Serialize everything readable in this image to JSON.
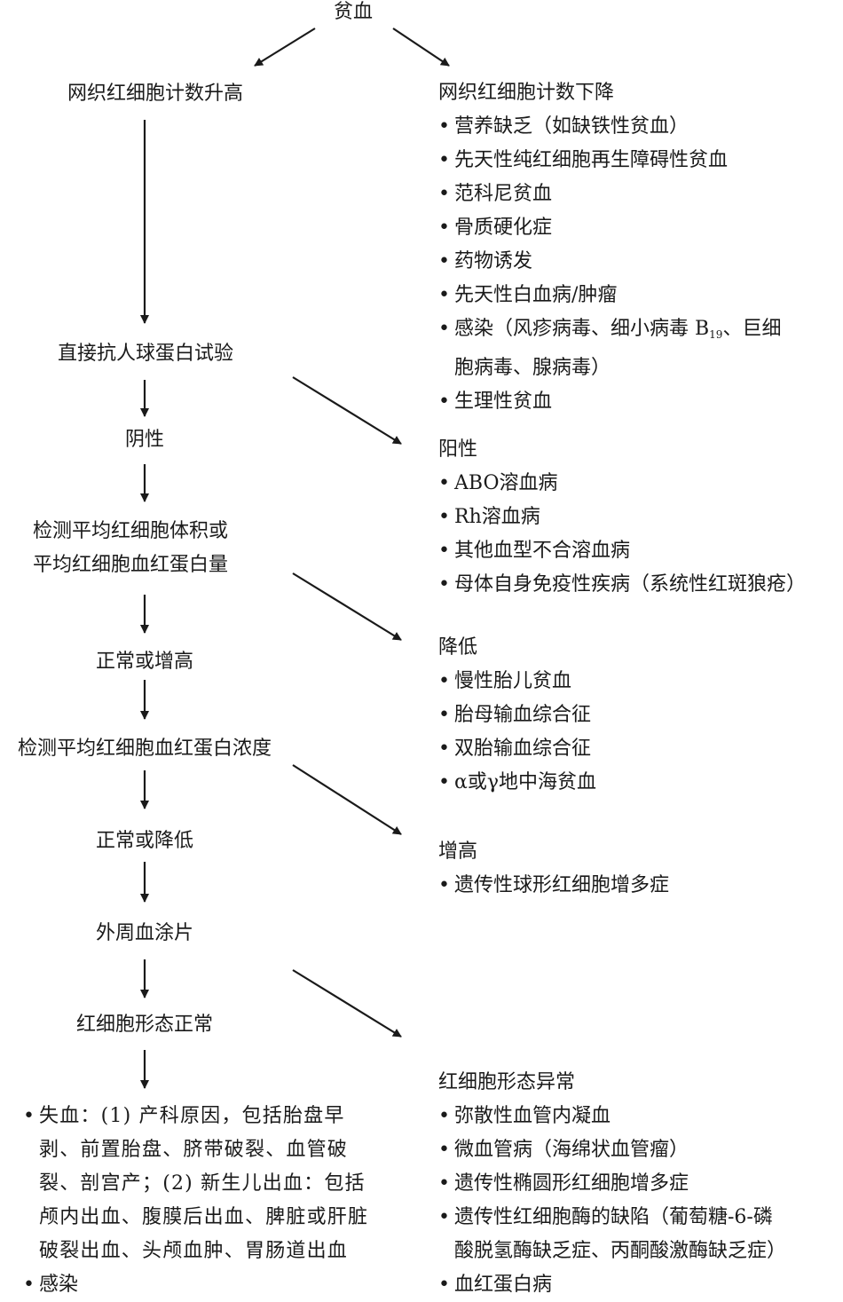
{
  "root": "贫血",
  "left": {
    "reticulocyte_high": "网织红细胞计数升高",
    "coombs": "直接抗人球蛋白试验",
    "negative": "阴性",
    "mcv_line1": "检测平均红细胞体积或",
    "mcv_line2": "平均红细胞血红蛋白量",
    "normal_or_high": "正常或增高",
    "mchc": "检测平均红细胞血红蛋白浓度",
    "normal_or_low": "正常或降低",
    "smear": "外周血涂片",
    "morph_normal": "红细胞形态正常",
    "final_items": [
      "失血：(1) 产科原因，包括胎盘早\n剥、前置胎盘、脐带破裂、血管破\n裂、剖宫产；(2) 新生儿出血：包括\n颅内出血、腹膜后出血、脾脏或肝脏\n破裂出血、头颅血肿、胃肠道出血",
      "感染"
    ]
  },
  "right": {
    "reticulocyte_low": {
      "title": "网织红细胞计数下降",
      "items": [
        "营养缺乏（如缺铁性贫血）",
        "先天性纯红细胞再生障碍性贫血",
        "范科尼贫血",
        "骨质硬化症",
        "药物诱发",
        "先天性白血病/肿瘤"
      ],
      "infection_pre": "感染（风疹病毒、细小病毒 B",
      "infection_sub": "19",
      "infection_post": "、巨细",
      "infection_line2": "胞病毒、腺病毒）",
      "last_item": "生理性贫血"
    },
    "positive": {
      "title": "阳性",
      "items": [
        "ABO溶血病",
        "Rh溶血病",
        "其他血型不合溶血病",
        "母体自身免疫性疾病（系统性红斑狼疮）"
      ]
    },
    "decreased": {
      "title": "降低",
      "items": [
        "慢性胎儿贫血",
        "胎母输血综合征",
        "双胎输血综合征",
        "α或γ地中海贫血"
      ]
    },
    "increased": {
      "title": "增高",
      "items": [
        "遗传性球形红细胞增多症"
      ]
    },
    "morph_abnormal": {
      "title": "红细胞形态异常",
      "items": [
        "弥散性血管内凝血",
        "微血管病（海绵状血管瘤）",
        "遗传性椭圆形红细胞增多症",
        "遗传性红细胞酶的缺陷（葡萄糖-6-磷\n酸脱氢酶缺乏症、丙酮酸激酶缺乏症）",
        "血红蛋白病"
      ]
    }
  },
  "bullet": "•",
  "colors": {
    "ink": "#1a1a1a",
    "background": "#ffffff"
  }
}
